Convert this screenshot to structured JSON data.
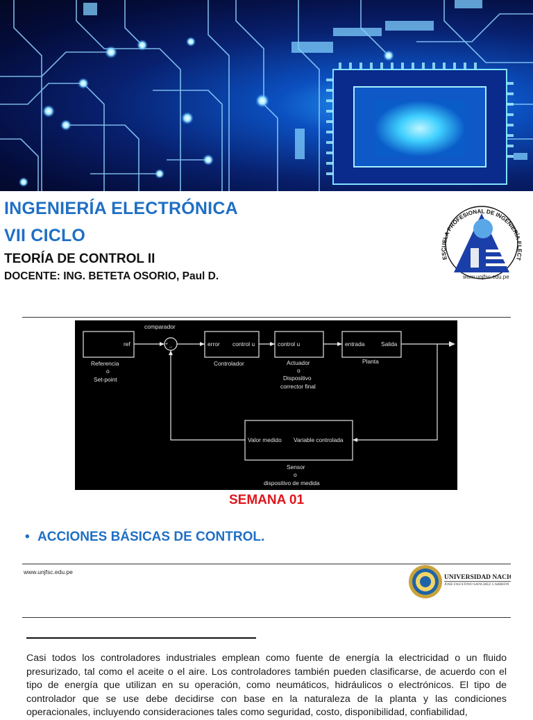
{
  "header": {
    "title_line1": "INGENIERÍA ELECTRÓNICA",
    "title_line2": "VII CICLO",
    "course": "TEORÍA DE CONTROL II",
    "teacher": "DOCENTE: ING. BETETA OSORIO, Paul D."
  },
  "school_logo": {
    "arc_text": "ESCUELA PROFESIONAL DE INGENIERÍA ELECTRÓNICA",
    "url": "www.unjfsc.edu.pe"
  },
  "diagram": {
    "comparador": "comparador",
    "ref": "ref",
    "referencia": "Referencia",
    "o1": "o",
    "setpoint": "Set-point",
    "plus": "+",
    "minus": "_",
    "error": "error",
    "control_u_1": "control u",
    "controlador": "Controlador",
    "control_u_2": "control u",
    "actuador": "Actuador",
    "o2": "o",
    "dispositivo": "Dispositivo",
    "corrector": "corrector final",
    "entrada": "entrada",
    "salida": "Salida",
    "planta": "Planta",
    "valor_medido": "Valor medido",
    "variable_controlada": "Variable controlada",
    "sensor": "Sensor",
    "o3": "o",
    "dispositivo_medida": "dispositivo de medida"
  },
  "week": "SEMANA 01",
  "bullet": {
    "marker": "•",
    "text": "ACCIONES BÁSICAS DE CONTROL."
  },
  "footer": {
    "url": "www.unjfsc.edu.pe",
    "university_name": "UNIVERSIDAD NACIONAL",
    "university_sub": "JOSÉ FAUSTINO SÁNCHEZ CARRIÓN"
  },
  "body": {
    "paragraph": "Casi todos los controladores industriales emplean como fuente de energía la electricidad o un fluido presurizado, tal como el aceite o el aire. Los controladores también pueden clasificarse, de acuerdo con el tipo de energía que utilizan en su operación, como neumáticos, hidráulicos o electrónicos. El tipo de controlador que se use debe decidirse con base en la naturaleza de la planta y las condiciones operacionales, incluyendo consideraciones tales como seguridad, costo, disponibilidad, confiabilidad,"
  },
  "colors": {
    "title_blue": "#1f6fc4",
    "week_red": "#e0161b",
    "diagram_bg": "#000000"
  }
}
